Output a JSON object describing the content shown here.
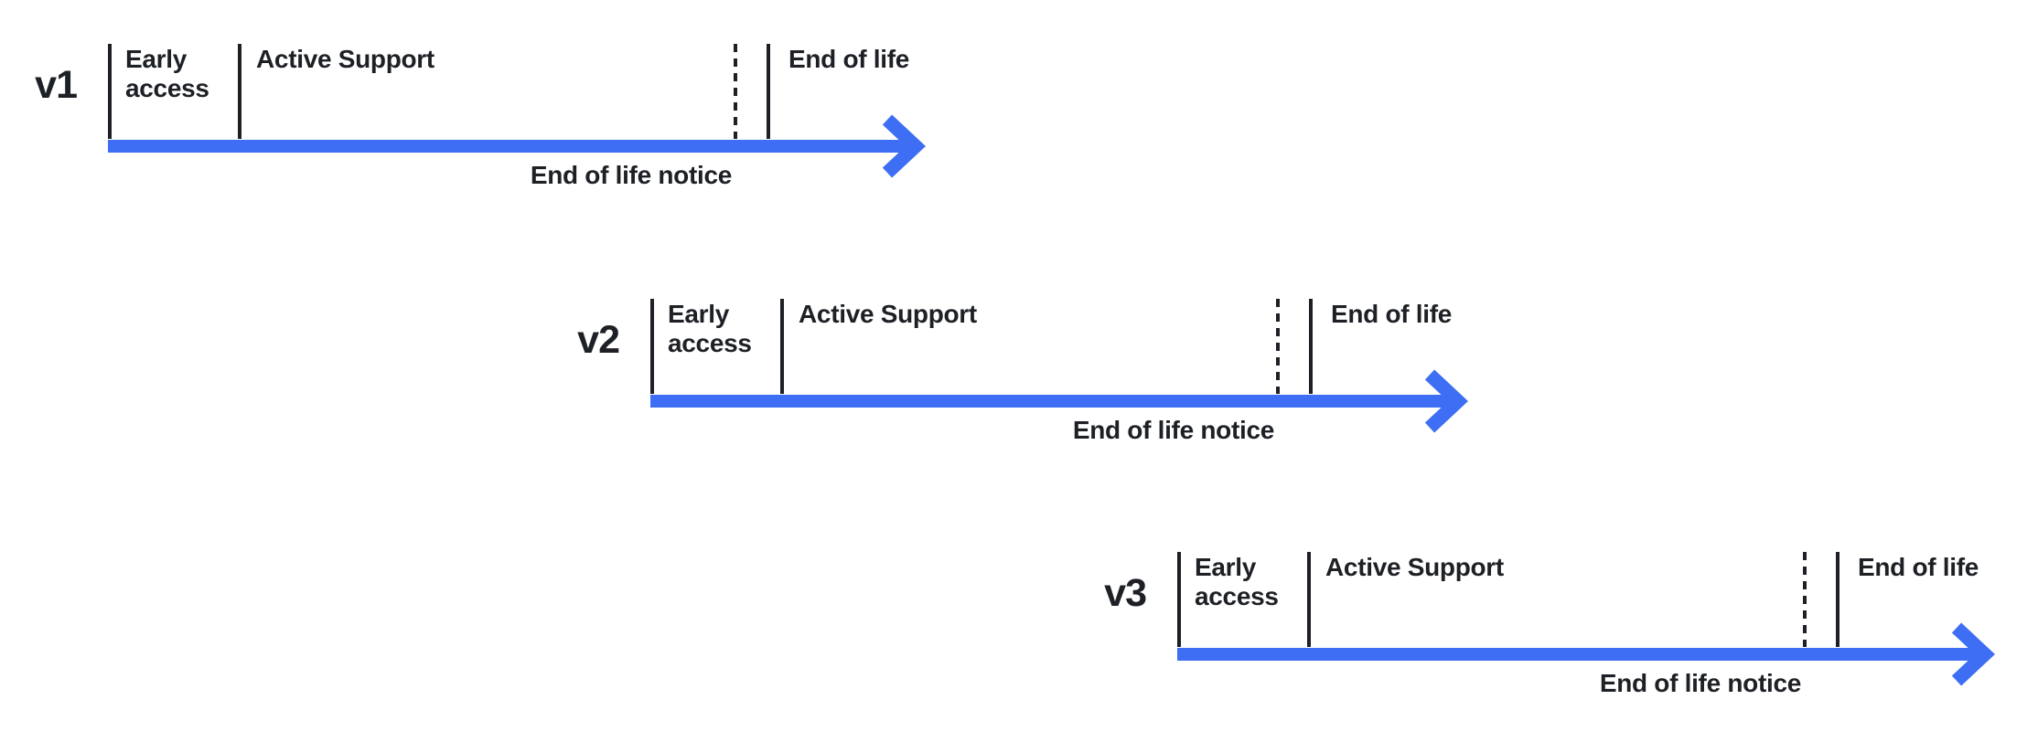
{
  "colors": {
    "arrow_blue": "#3D6EF3",
    "line_dark": "#1D2025",
    "text_dark": "#1D2025",
    "background": "#FFFFFF"
  },
  "timelines": [
    {
      "version_label": "v1",
      "phases": {
        "early_access_line1": "Early",
        "early_access_line2": "access",
        "active_support": "Active Support",
        "end_of_life": "End of life",
        "end_of_life_notice": "End of life notice"
      }
    },
    {
      "version_label": "v2",
      "phases": {
        "early_access_line1": "Early",
        "early_access_line2": "access",
        "active_support": "Active Support",
        "end_of_life": "End of life",
        "end_of_life_notice": "End of life notice"
      }
    },
    {
      "version_label": "v3",
      "phases": {
        "early_access_line1": "Early",
        "early_access_line2": "access",
        "active_support": "Active Support",
        "end_of_life": "End of life",
        "end_of_life_notice": "End of life notice"
      }
    }
  ]
}
